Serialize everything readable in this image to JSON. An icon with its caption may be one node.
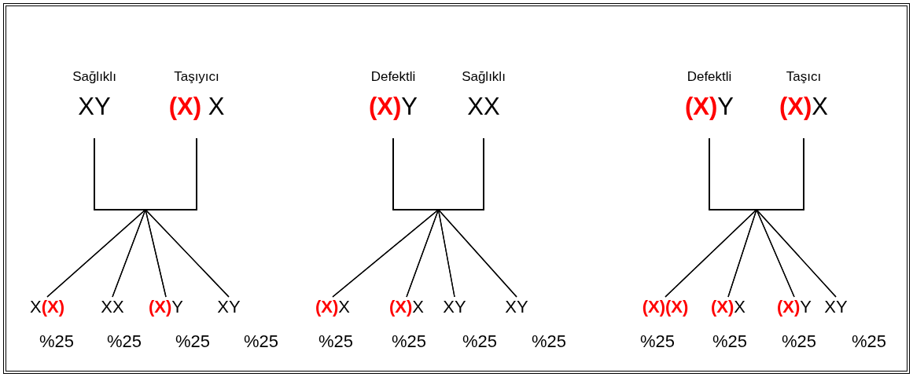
{
  "diagram": {
    "nodes": [
      {
        "text": [
          "Sağlıklı",
          "XY"
        ]
      },
      {
        "text": [
          "Taşıyıcı",
          "**(X)** X"
        ]
      },
      {
        "text": [
          "X**(X)**"
        ],
        "beside": [
          "%25"
        ]
      },
      {
        "text": [
          "XX"
        ],
        "beside": [
          "%25"
        ]
      },
      {
        "text": [
          "**(X)**Y"
        ],
        "beside": [
          "%25"
        ]
      },
      {
        "text": [
          "XY"
        ],
        "beside": [
          "%25"
        ]
      },
      {
        "text": [
          "Defektli",
          "**(X)**Y"
        ]
      },
      {
        "text": [
          "Sağlıklı",
          "XX"
        ]
      },
      {
        "text": [
          "**(X)**X"
        ],
        "beside": [
          "%25"
        ]
      },
      {
        "text": [
          "**(X)**X"
        ],
        "beside": [
          "%25"
        ]
      },
      {
        "text": [
          "XY"
        ],
        "beside": [
          "%25"
        ]
      },
      {
        "text": [
          "XY"
        ],
        "beside": [
          "%25"
        ]
      },
      {
        "text": [
          "Defektli",
          "**(X)**Y"
        ]
      },
      {
        "text": [
          "Taşıcı",
          "**(X)**X"
        ]
      },
      {
        "text": [
          "**(X)(X)**"
        ],
        "beside": [
          "%25"
        ]
      },
      {
        "text": [
          "**(X)**X"
        ],
        "beside": [
          "%25"
        ]
      },
      {
        "text": [
          "**(X)**Y"
        ],
        "beside": [
          "%25"
        ]
      },
      {
        "text": [
          "XY"
        ],
        "beside": [
          "%25"
        ]
      }
    ],
    "edges": [
      {
        "from": 0,
        "to": 2,
        "arrow": "none"
      },
      {
        "from": 0,
        "to": 3,
        "arrow": "none"
      },
      {
        "from": 0,
        "to": 4,
        "arrow": "none"
      },
      {
        "from": 0,
        "to": 5,
        "arrow": "none"
      },
      {
        "from": 1,
        "to": 2,
        "arrow": "none"
      },
      {
        "from": 1,
        "to": 3,
        "arrow": "none"
      },
      {
        "from": 1,
        "to": 4,
        "arrow": "none"
      },
      {
        "from": 1,
        "to": 5,
        "arrow": "none"
      },
      {
        "from": 6,
        "to": 8,
        "arrow": "none"
      },
      {
        "from": 6,
        "to": 9,
        "arrow": "none"
      },
      {
        "from": 6,
        "to": 10,
        "arrow": "none"
      },
      {
        "from": 6,
        "to": 11,
        "arrow": "none"
      },
      {
        "from": 7,
        "to": 8,
        "arrow": "none"
      },
      {
        "from": 7,
        "to": 9,
        "arrow": "none"
      },
      {
        "from": 7,
        "to": 10,
        "arrow": "none"
      },
      {
        "from": 7,
        "to": 11,
        "arrow": "none"
      },
      {
        "from": 12,
        "to": 14,
        "arrow": "none"
      },
      {
        "from": 12,
        "to": 15,
        "arrow": "none"
      },
      {
        "from": 12,
        "to": 16,
        "arrow": "none"
      },
      {
        "from": 12,
        "to": 17,
        "arrow": "none"
      },
      {
        "from": 13,
        "to": 14,
        "arrow": "none"
      },
      {
        "from": 13,
        "to": 15,
        "arrow": "none"
      },
      {
        "from": 13,
        "to": 16,
        "arrow": "none"
      },
      {
        "from": 13,
        "to": 17,
        "arrow": "none"
      }
    ]
  }
}
